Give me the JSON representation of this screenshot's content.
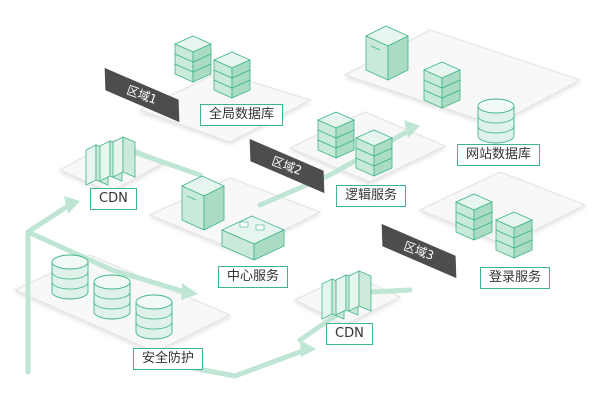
{
  "zones": [
    {
      "label": "区域1"
    },
    {
      "label": "区域2"
    },
    {
      "label": "区域3"
    }
  ],
  "nodes": {
    "global_db": "全局数据库",
    "site_db": "网站数据库",
    "logic_service": "逻辑服务",
    "login_service": "登录服务",
    "cdn_top": "CDN",
    "cdn_bottom": "CDN",
    "central_service": "中心服务",
    "security": "安全防护"
  },
  "colors": {
    "accent": "#3fb58a",
    "flow_arrow": "#bfe6d5",
    "server_dark": "#bfe3d0",
    "server_light": "#e3f4ec",
    "zone_tag": "#4d4d4d",
    "platform": "#f7f7f7"
  }
}
